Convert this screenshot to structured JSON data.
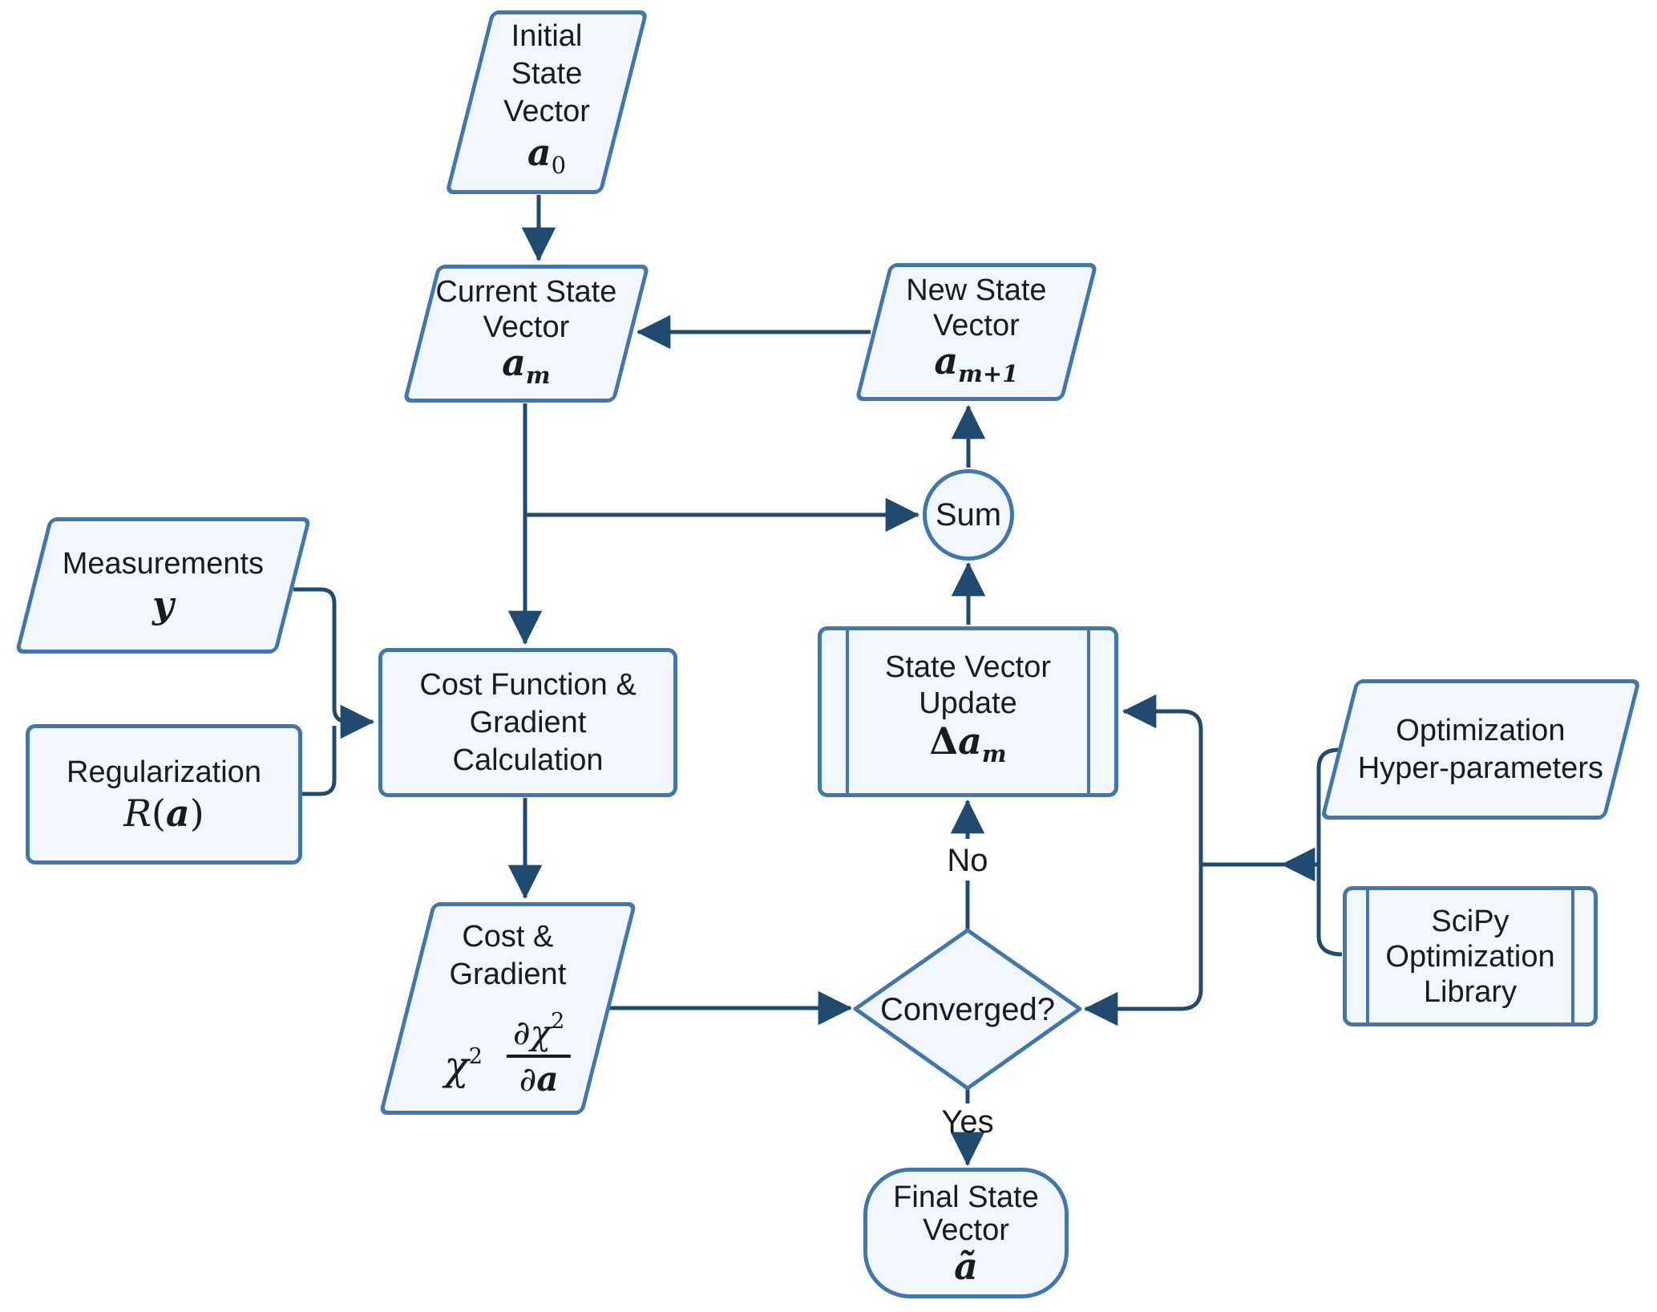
{
  "diagram": {
    "colors": {
      "shape_border": "#4177ad",
      "shape_fill": "#f1f7fc",
      "connector": "#1f4b70",
      "text": "#1b1b1b"
    },
    "nodes": {
      "initial_state": {
        "l1": "Initial",
        "l2": "State",
        "l3": "Vector",
        "math_base": "a",
        "math_sub": "0"
      },
      "current_state": {
        "l1": "Current State",
        "l2": "Vector",
        "math_base": "a",
        "math_sub": "m"
      },
      "new_state": {
        "l1": "New State",
        "l2": "Vector",
        "math_base": "a",
        "math_sub": "m+1"
      },
      "sum": {
        "label": "Sum"
      },
      "measurements": {
        "l1": "Measurements",
        "math_base": "y"
      },
      "regularization": {
        "l1": "Regularization",
        "math_r": "R",
        "math_open": "(",
        "math_base": "a",
        "math_close": ")"
      },
      "cost_function": {
        "l1": "Cost Function &",
        "l2": "Gradient",
        "l3": "Calculation"
      },
      "cost_gradient": {
        "l1": "Cost &",
        "l2": "Gradient",
        "chi_base": "χ",
        "chi_sup": "2",
        "num_base": "∂χ",
        "num_sup": "2",
        "den_d": "∂",
        "den_a": "a"
      },
      "state_vector_update": {
        "l1": "State Vector",
        "l2": "Update",
        "math_prefix": "Δ",
        "math_base": "a",
        "math_sub": "m"
      },
      "converged": {
        "label": "Converged?"
      },
      "hyper_parameters": {
        "l1": "Optimization",
        "l2": "Hyper-parameters"
      },
      "scipy": {
        "l1": "SciPy",
        "l2": "Optimization",
        "l3": "Library"
      },
      "final_state": {
        "l1": "Final State",
        "l2": "Vector",
        "math_base": "ã"
      }
    },
    "edge_labels": {
      "no": "No",
      "yes": "Yes"
    }
  }
}
